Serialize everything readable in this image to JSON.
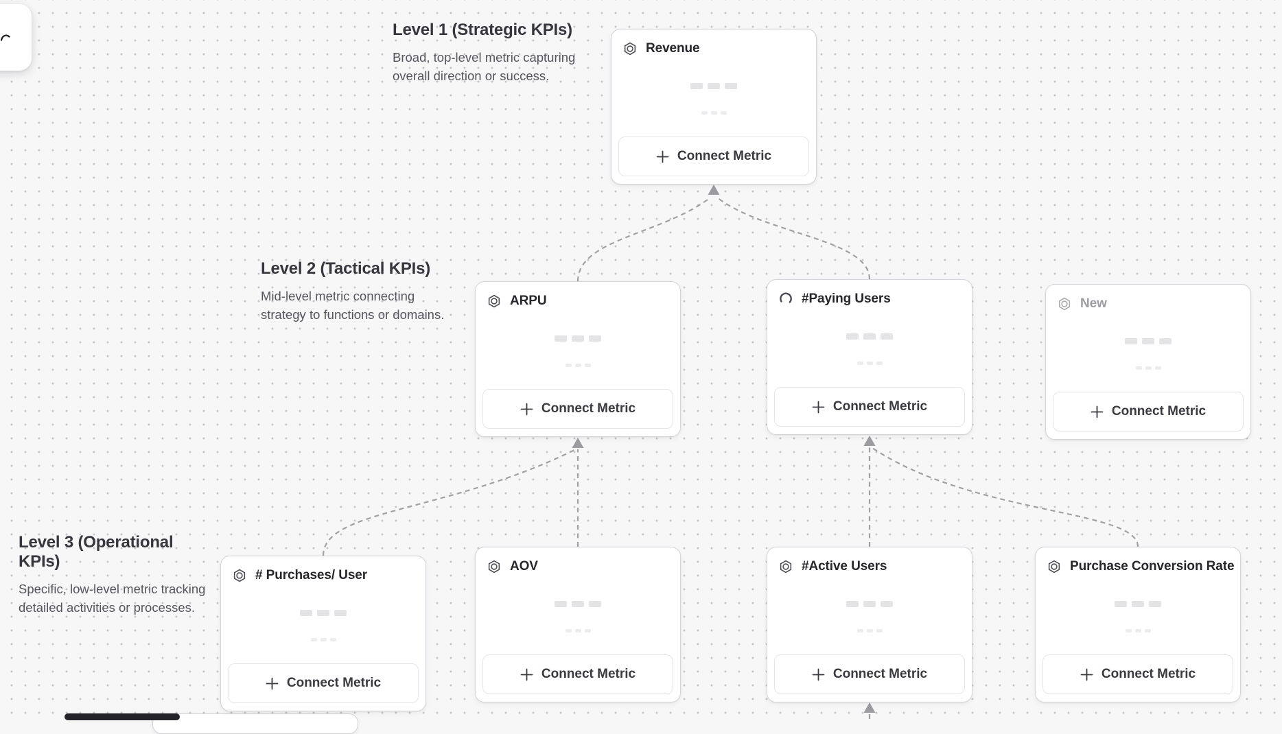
{
  "levels": {
    "level1": {
      "title": "Level 1 (Strategic KPIs)",
      "description": "Broad, top-level metric capturing overall direction or success."
    },
    "level2": {
      "title": "Level 2 (Tactical KPIs)",
      "description": "Mid-level metric connecting strategy to functions or domains."
    },
    "level3": {
      "title": "Level 3 (Operational KPIs)",
      "description": "Specific, low-level metric tracking detailed activities or processes."
    }
  },
  "cards": [
    {
      "id": "revenue",
      "title": "Revenue",
      "icon": "hexagon-token-icon",
      "level": 1,
      "state": "default"
    },
    {
      "id": "arpu",
      "title": "ARPU",
      "icon": "hexagon-token-icon",
      "level": 2,
      "state": "default"
    },
    {
      "id": "paying-users",
      "title": "#Paying Users",
      "icon": "spinner-icon",
      "level": 2,
      "state": "loading"
    },
    {
      "id": "new",
      "title": "New",
      "icon": "hexagon-token-icon",
      "level": 2,
      "state": "draft"
    },
    {
      "id": "purchases-per-user",
      "title": "# Purchases/ User",
      "icon": "hexagon-token-icon",
      "level": 3,
      "state": "default"
    },
    {
      "id": "aov",
      "title": "AOV",
      "icon": "hexagon-token-icon",
      "level": 3,
      "state": "default"
    },
    {
      "id": "active-users",
      "title": "#Active Users",
      "icon": "hexagon-token-icon",
      "level": 3,
      "state": "default"
    },
    {
      "id": "purchase-conversion-rate",
      "title": "Purchase Conversion Rate",
      "icon": "hexagon-token-icon",
      "level": 3,
      "state": "default"
    }
  ],
  "edges": [
    {
      "from": "arpu",
      "to": "revenue"
    },
    {
      "from": "paying-users",
      "to": "revenue"
    },
    {
      "from": "purchases-per-user",
      "to": "arpu"
    },
    {
      "from": "aov",
      "to": "arpu"
    },
    {
      "from": "active-users",
      "to": "paying-users"
    },
    {
      "from": "purchase-conversion-rate",
      "to": "paying-users"
    },
    {
      "from": "offscreen-child",
      "to": "active-users"
    }
  ],
  "actions": {
    "connect_metric": "Connect Metric",
    "plus": "+"
  },
  "colors": {
    "canvas_bg": "#f7f7f8",
    "dot": "#c4c4c7",
    "card_border": "#d5d5d9",
    "edge": "#a1a1a4",
    "card_title": "#26262b",
    "draft_title": "#9d9da3",
    "level_heading": "#36363c",
    "level_description": "#55555c"
  }
}
